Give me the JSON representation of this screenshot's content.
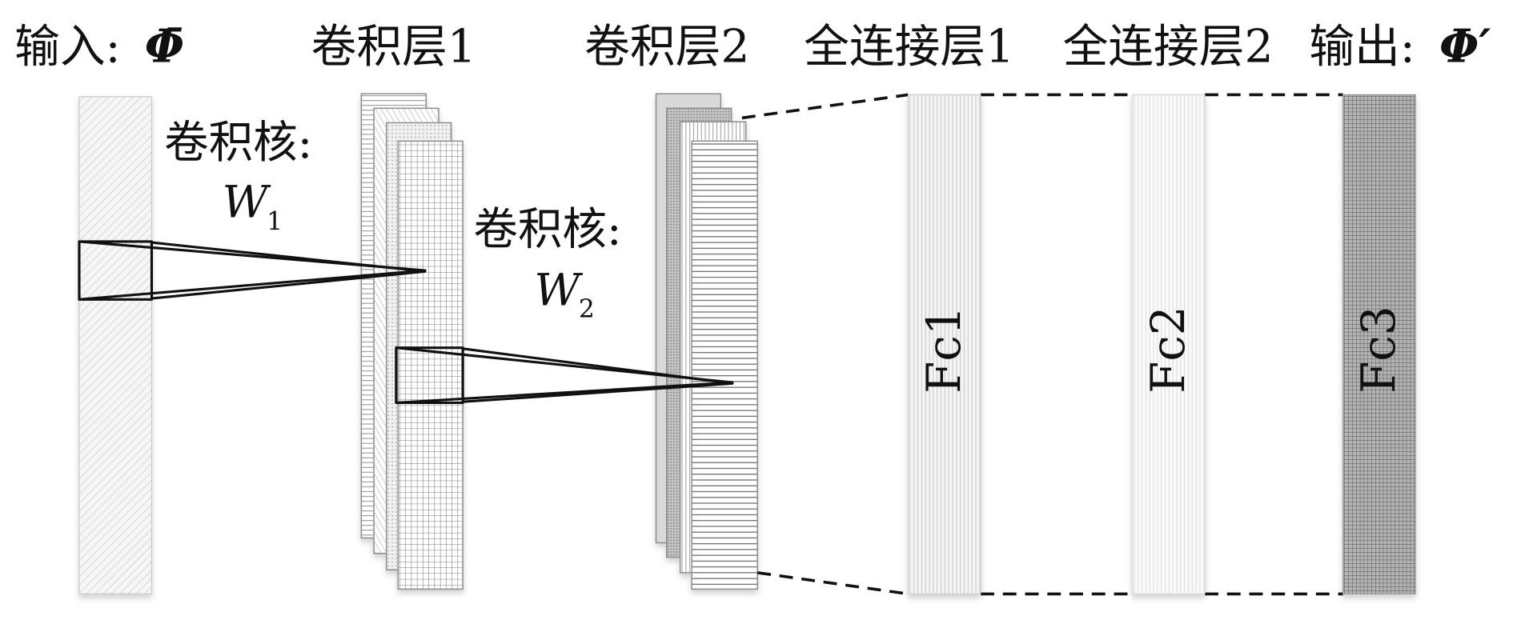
{
  "headers": {
    "input": {
      "label": "输入:",
      "symbol": "Φ̄"
    },
    "conv1": "卷积层1",
    "conv2": "卷积层2",
    "fc1": "全连接层1",
    "fc2": "全连接层2",
    "output": {
      "label": "输出:",
      "symbol": "Φ′"
    }
  },
  "kernels": [
    {
      "label": "卷积核:",
      "symbol": "W",
      "subscript": "1"
    },
    {
      "label": "卷积核:",
      "symbol": "W",
      "subscript": "2"
    }
  ],
  "fc_layers": [
    "Fc1",
    "Fc2",
    "Fc3"
  ]
}
